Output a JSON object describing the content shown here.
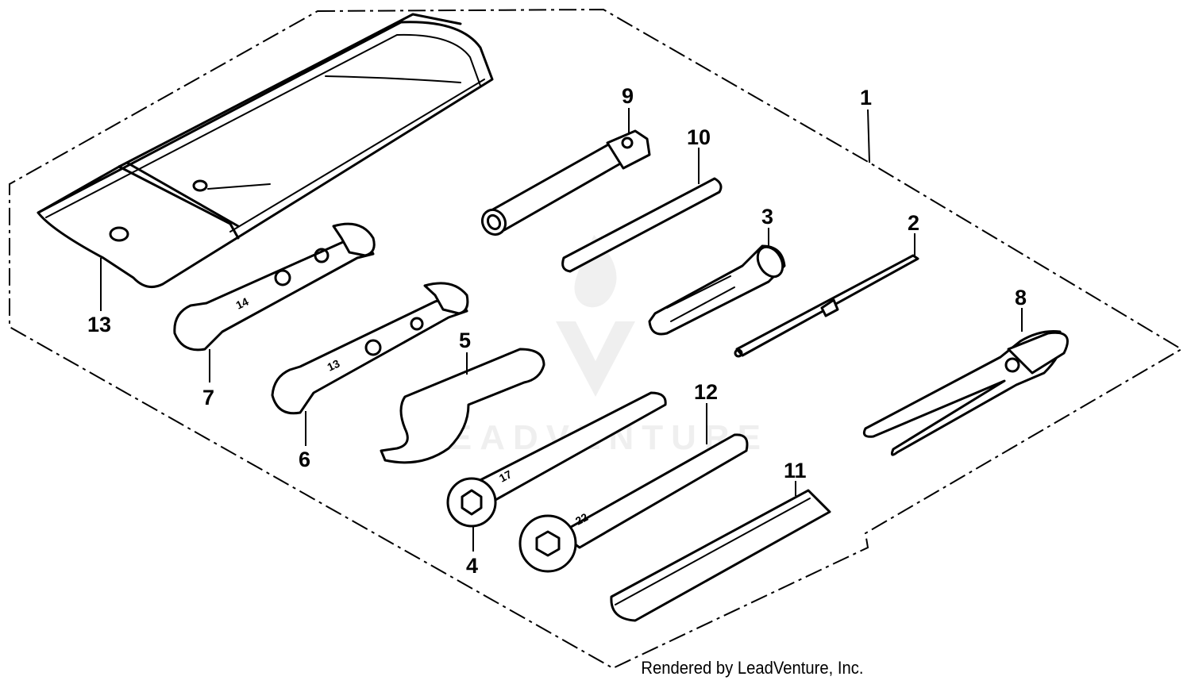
{
  "diagram": {
    "watermark": "LEADVENTURE",
    "callouts": {
      "c1": "1",
      "c2": "2",
      "c3": "3",
      "c4": "4",
      "c5": "5",
      "c6": "6",
      "c7": "7",
      "c8": "8",
      "c9": "9",
      "c10": "10",
      "c11": "11",
      "c12": "12",
      "c13": "13"
    },
    "wrench_marks": {
      "w7": "14",
      "w6": "13",
      "w4": "17",
      "w12": "22"
    }
  },
  "footer": {
    "credit": "Rendered by LeadVenture, Inc."
  }
}
